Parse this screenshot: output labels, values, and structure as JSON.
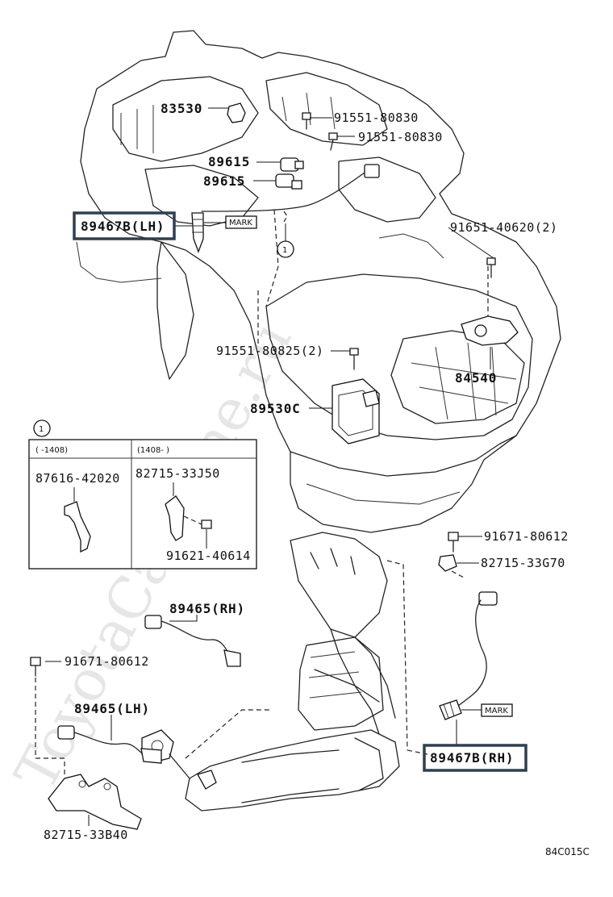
{
  "watermark": "ToyotaCarMine.ru",
  "diagram_code": "84C015C",
  "labels": {
    "p83530": "83530",
    "p91551_80830a": "91551-80830",
    "p91551_80830b": "91551-80830",
    "p89615a": "89615",
    "p89615b": "89615",
    "p89467b_lh": "89467B(LH)",
    "mark_top": "MARK",
    "p91651_40620": "91651-40620(2)",
    "p91551_80825": "91551-80825(2)",
    "p84540": "84540",
    "p89530c": "89530C",
    "p91671_80612a": "91671-80612",
    "p82715_33g70": "82715-33G70",
    "p89465_rh": "89465(RH)",
    "p91671_80612b": "91671-80612",
    "p89465_lh": "89465(LH)",
    "mark_bottom": "MARK",
    "p89467b_rh": "89467B(RH)",
    "p82715_33b40": "82715-33B40"
  },
  "callout_ref": "1",
  "inset": {
    "ref": "1",
    "col_left_header": "(    -1408)",
    "col_right_header": "(1408-    )",
    "left_part": "87616-42020",
    "right_part_a": "82715-33J50",
    "right_part_b": "91621-40614"
  }
}
